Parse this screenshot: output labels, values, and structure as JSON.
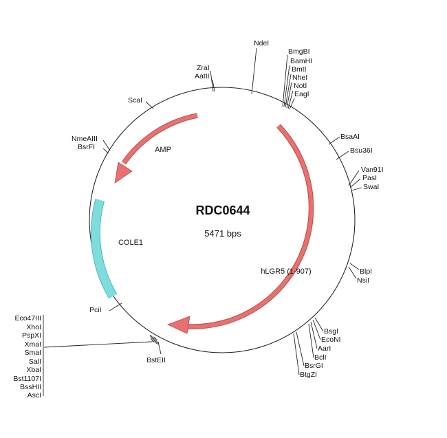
{
  "plasmid": {
    "name": "RDC0644",
    "size_text": "5471 bps"
  },
  "features": [
    {
      "id": "amp",
      "label": "AMP",
      "color": "#e8706f",
      "type": "arrow"
    },
    {
      "id": "hlgr5",
      "label": "hLGR5 (1-907)",
      "color": "#e8706f",
      "type": "arrow"
    },
    {
      "id": "cole1",
      "label": "COLE1",
      "color": "#6fd3d3",
      "type": "block"
    }
  ],
  "sites": {
    "ndei": "NdeI",
    "top_right": [
      "BmgBI",
      "BamHI",
      "BmtI",
      "NheI",
      "NotI",
      "EagI"
    ],
    "top_left": [
      "ZraI",
      "AatII"
    ],
    "scai": "ScaI",
    "left": [
      "NmeAIII",
      "BsrFI"
    ],
    "bsaai": "BsaAI",
    "bsu36i": "Bsu36I",
    "right_group": [
      "Van91I",
      "PasI",
      "SwaI"
    ],
    "right_mid": [
      "BlpI",
      "NsiI"
    ],
    "bottom_right": [
      "BsgI",
      "EcoNI",
      "AarI",
      "BclI",
      "BsrGI",
      "BtgZI"
    ],
    "pcii": "PciI",
    "bstEII": "BstEII",
    "bottom_left": [
      "Eco47III",
      "XhoI",
      "PspXI",
      "XmaI",
      "SmaI",
      "SalI",
      "XbaI",
      "Bst1107I",
      "BssHII",
      "AscI"
    ]
  }
}
